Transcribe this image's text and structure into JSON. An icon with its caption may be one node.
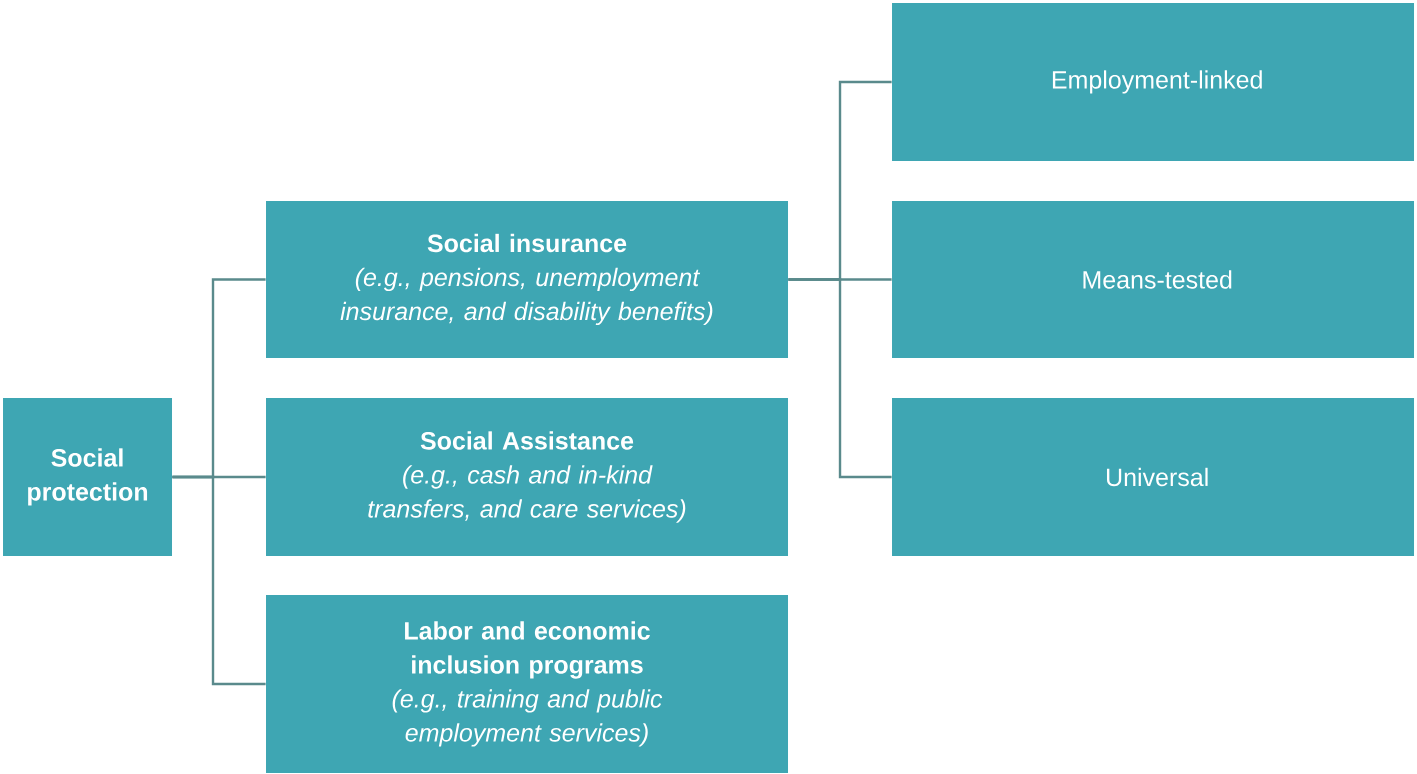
{
  "diagram": {
    "nodes": [
      {
        "text": [
          "Social protection"
        ]
      },
      {
        "text": [
          "Social insurance",
          "(e.g., pensions, unemployment insurance, and disability benefits)"
        ]
      },
      {
        "text": [
          "Social Assistance",
          "(e.g., cash and in-kind transfers, and care services)"
        ]
      },
      {
        "text": [
          "Labor and economic inclusion programs",
          "(e.g., training and public employment services)"
        ]
      },
      {
        "text": [
          "Employment-linked"
        ]
      },
      {
        "text": [
          "Means-tested"
        ]
      },
      {
        "text": [
          "Universal"
        ]
      }
    ],
    "edges": [
      {
        "from": 0,
        "to": 1,
        "arrow": "none"
      },
      {
        "from": 0,
        "to": 2,
        "arrow": "none"
      },
      {
        "from": 0,
        "to": 3,
        "arrow": "none"
      },
      {
        "from": 1,
        "to": 4,
        "arrow": "none"
      },
      {
        "from": 1,
        "to": 5,
        "arrow": "none"
      },
      {
        "from": 1,
        "to": 6,
        "arrow": "none"
      }
    ]
  }
}
